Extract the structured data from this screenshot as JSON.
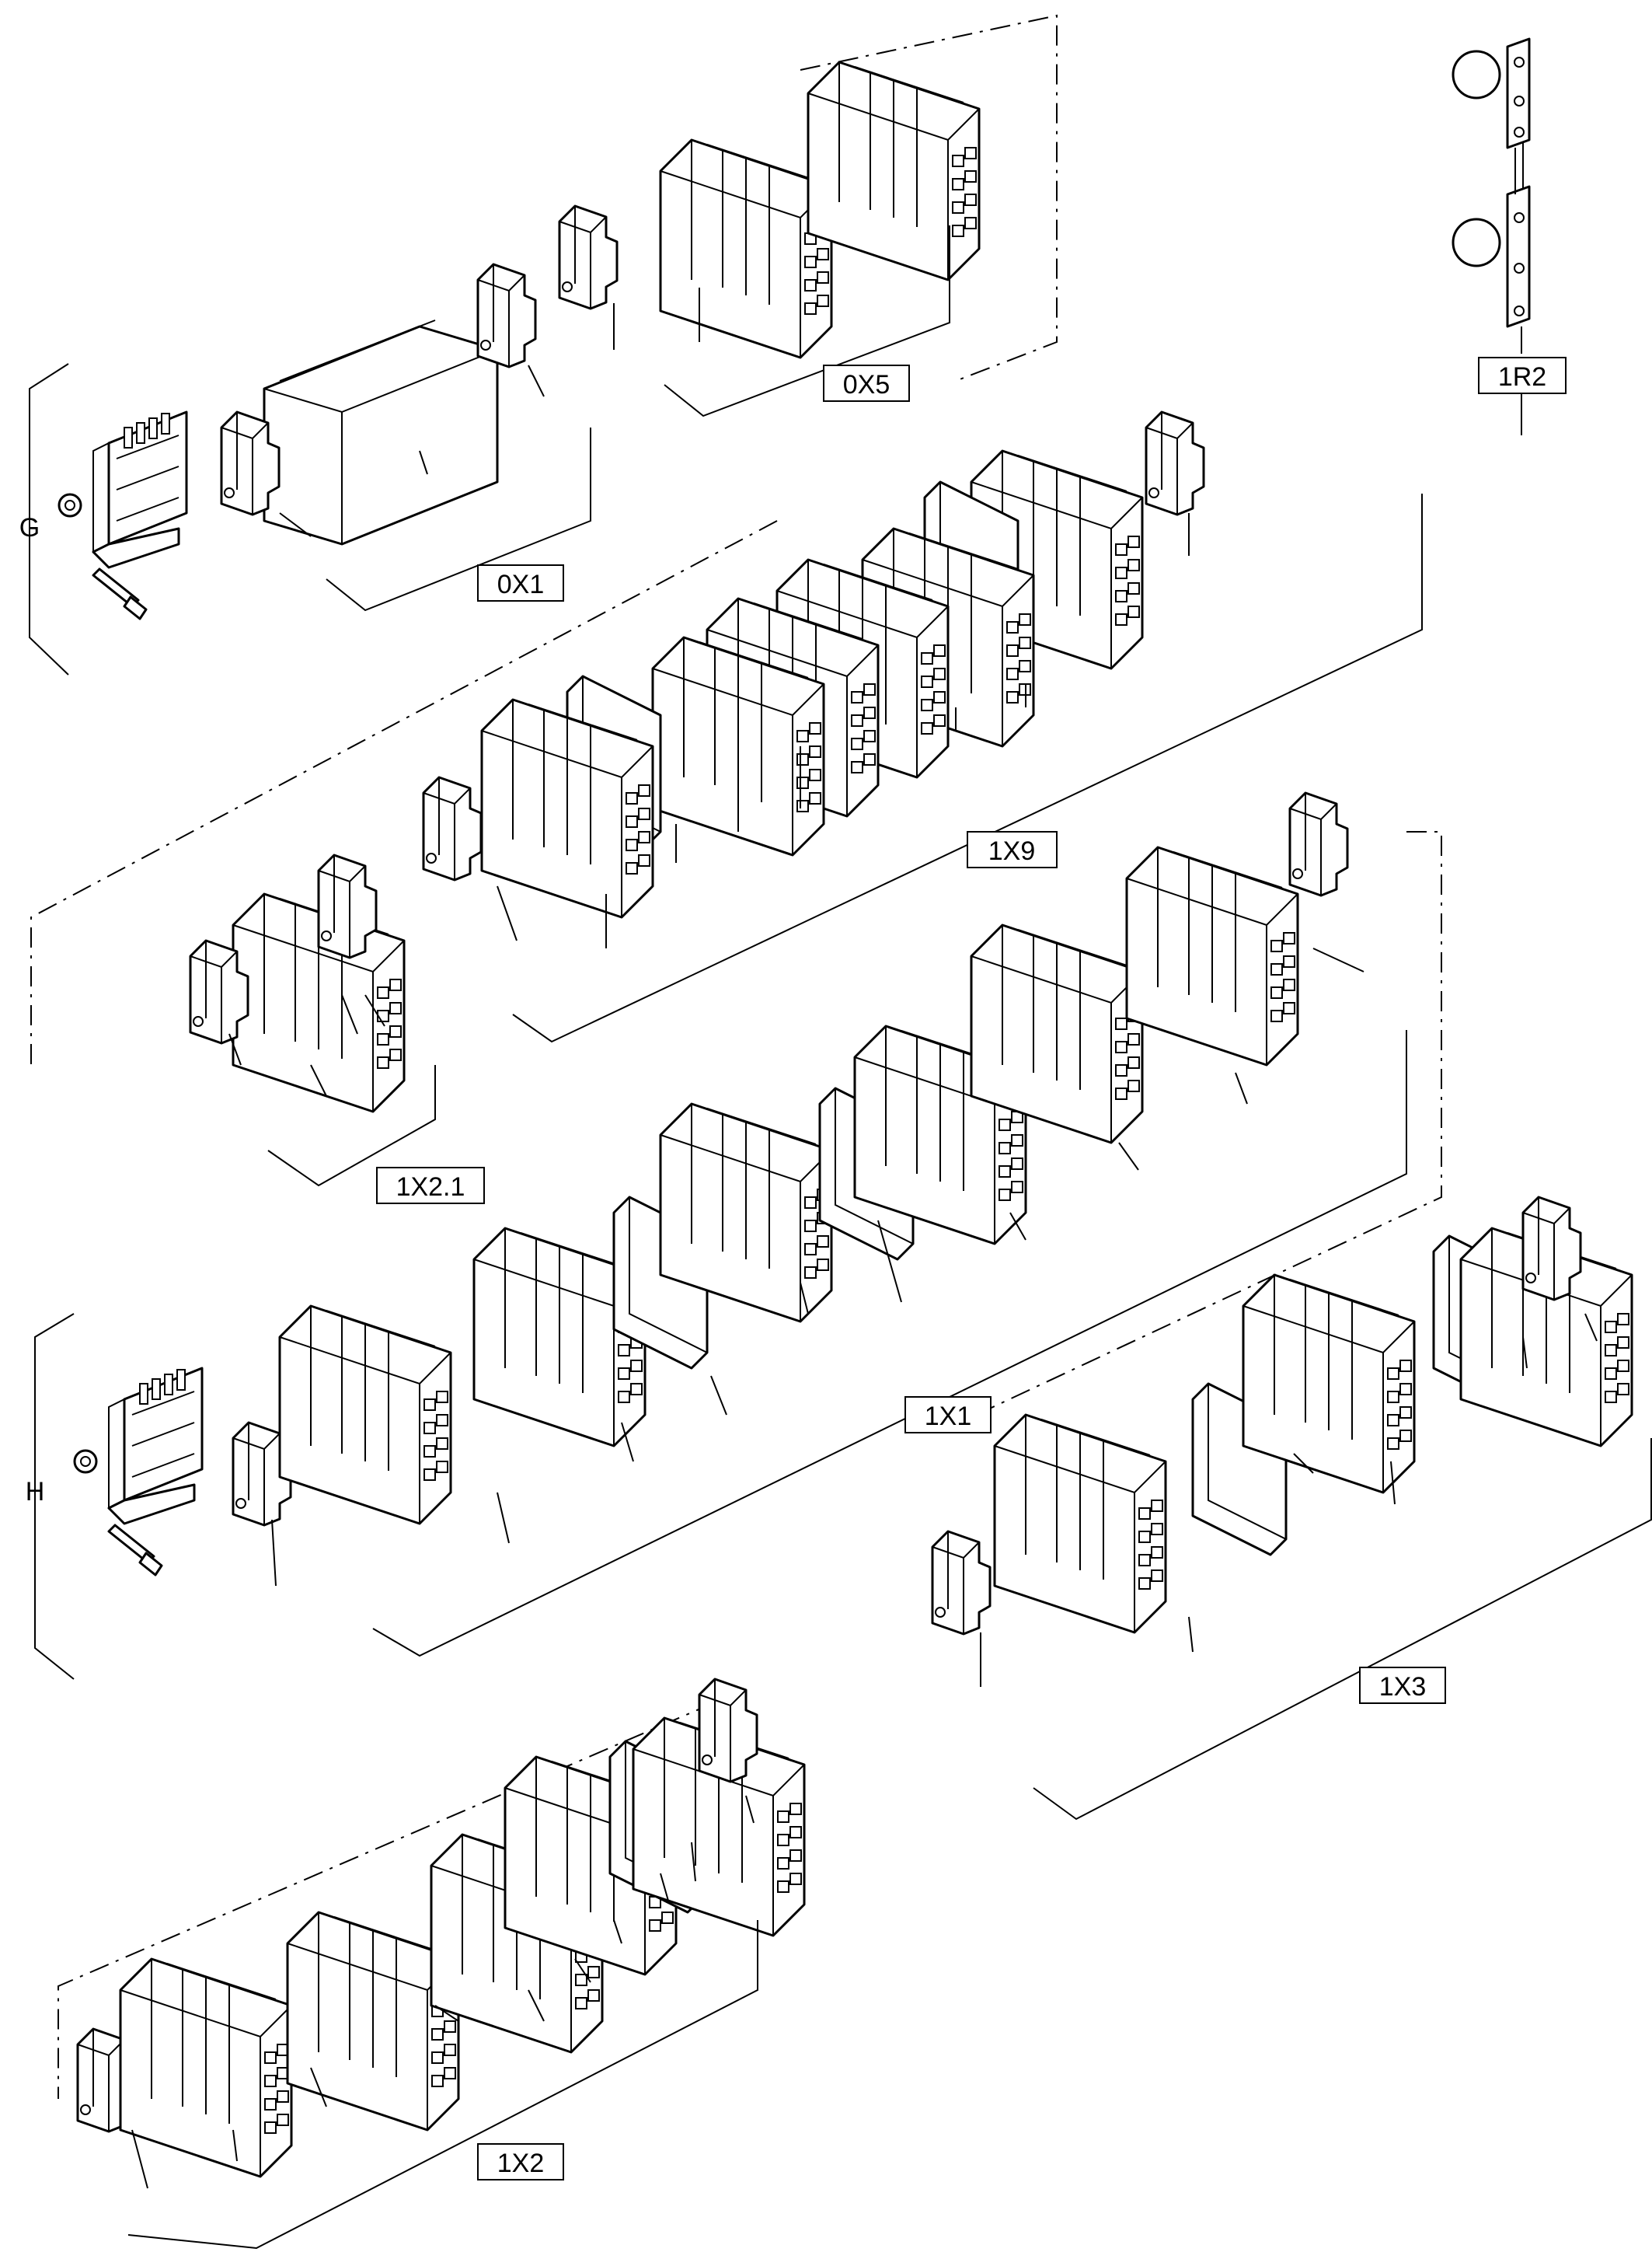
{
  "labels": {
    "l_0x5": "0X5",
    "l_1r2": "1R2",
    "l_0x1": "0X1",
    "l_1x9": "1X9",
    "l_1x21": "1X2.1",
    "l_1x1": "1X1",
    "l_1x3": "1X3",
    "l_1x2": "1X2",
    "side_g": "G",
    "side_h": "H"
  }
}
